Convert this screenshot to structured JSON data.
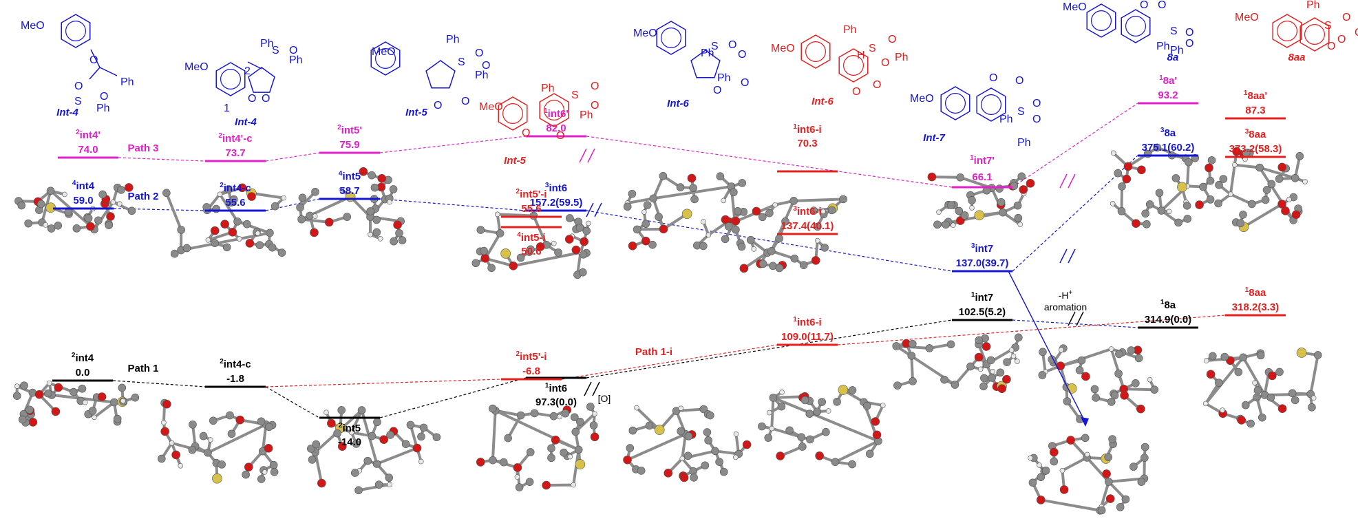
{
  "colors": {
    "path1": "#000000",
    "path2": "#1515d6",
    "path3": "#e020c8",
    "isomer": "#e51e1e"
  },
  "path_labels": {
    "path1": "Path 1",
    "path2": "Path 2",
    "path3": "Path 3",
    "path1i": "Path 1-i"
  },
  "annotations": {
    "oxidation": "[O]",
    "deprotonation": "-H",
    "deprotonation_sup": "+",
    "aromation": "aromation"
  },
  "levels": [
    {
      "sup": "2",
      "name": "int4'",
      "value": "74.0",
      "path": "path3"
    },
    {
      "sup": "2",
      "name": "int4'-c",
      "value": "73.7",
      "path": "path3"
    },
    {
      "sup": "2",
      "name": "int5'",
      "value": "75.9",
      "path": "path3"
    },
    {
      "sup": "1",
      "name": "int6'",
      "value": "82.0",
      "path": "path3"
    },
    {
      "sup": "1",
      "name": "int7'",
      "value": "66.1",
      "path": "path3"
    },
    {
      "sup": "1",
      "name": "8a'",
      "value": "93.2",
      "path": "path3"
    },
    {
      "sup": "1",
      "name": "8aa'",
      "value": "87.3",
      "path": "isomer"
    },
    {
      "sup": "1",
      "name": "int6-i",
      "value": "70.3",
      "path": "isomer"
    },
    {
      "sup": "4",
      "name": "int4",
      "value": "59.0",
      "path": "path2"
    },
    {
      "sup": "2",
      "name": "int4-c",
      "value": "55.6",
      "path": "path2"
    },
    {
      "sup": "4",
      "name": "int5",
      "value": "58.7",
      "path": "path2"
    },
    {
      "sup": "3",
      "name": "int6",
      "value": "157.2(59.5)",
      "path": "path2"
    },
    {
      "sup": "3",
      "name": "int7",
      "value": "137.0(39.7)",
      "path": "path2"
    },
    {
      "sup": "3",
      "name": "8a",
      "value": "375.1(60.2)",
      "path": "path2"
    },
    {
      "sup": "3",
      "name": "8aa",
      "value": "373.2(58.3)",
      "path": "isomer"
    },
    {
      "sup": "2",
      "name": "int5'-i",
      "value": "55.6",
      "path": "isomer"
    },
    {
      "sup": "4",
      "name": "int5-i",
      "value": "50.6",
      "path": "isomer"
    },
    {
      "sup": "3",
      "name": "int6-i",
      "value": "137.4(40.1)",
      "path": "isomer"
    },
    {
      "sup": "2",
      "name": "int4",
      "value": "0.0",
      "path": "path1"
    },
    {
      "sup": "2",
      "name": "int4-c",
      "value": "-1.8",
      "path": "path1"
    },
    {
      "sup": "2",
      "name": "int5",
      "value": "-14.0",
      "path": "path1"
    },
    {
      "sup": "1",
      "name": "int6",
      "value": "97.3(0.0)",
      "path": "path1"
    },
    {
      "sup": "1",
      "name": "int7",
      "value": "102.5(5.2)",
      "path": "path1"
    },
    {
      "sup": "1",
      "name": "8a",
      "value": "314.9(0.0)",
      "path": "path1"
    },
    {
      "sup": "2",
      "name": "int5'-i",
      "value": "-6.8",
      "path": "isomer"
    },
    {
      "sup": "1",
      "name": "int6-i",
      "value": "109.0(11.7)",
      "path": "isomer"
    },
    {
      "sup": "1",
      "name": "8aa",
      "value": "318.2(3.3)",
      "path": "isomer"
    }
  ],
  "structures": [
    {
      "name": "Int-4",
      "color": "path2",
      "atoms": [
        "MeO",
        "O",
        "O",
        "S",
        "O",
        "Ph",
        "Ph"
      ]
    },
    {
      "name": "Int-4",
      "color": "path2",
      "atoms": [
        "MeO",
        "Ph",
        "2",
        "S",
        "O",
        "Ph",
        "O",
        "O",
        "1"
      ]
    },
    {
      "name": "Int-5",
      "color": "path2",
      "atoms": [
        "MeO",
        "Ph",
        "S",
        "O",
        "O",
        "Ph",
        "O",
        "O"
      ]
    },
    {
      "name": "Int-5",
      "color": "isomer",
      "atoms": [
        "Ph",
        "MeO",
        "S",
        "O",
        "O",
        "Ph",
        "O",
        "O"
      ]
    },
    {
      "name": "Int-6",
      "color": "path2",
      "atoms": [
        "MeO",
        "Ph",
        "S",
        "O",
        "O",
        "Ph",
        "O",
        "O"
      ]
    },
    {
      "name": "Int-6",
      "color": "isomer",
      "atoms": [
        "Ph",
        "MeO",
        "H",
        "S",
        "O",
        "O",
        "Ph",
        "O",
        "O"
      ]
    },
    {
      "name": "Int-7",
      "color": "path2",
      "atoms": [
        "MeO",
        "O",
        "O",
        "S",
        "O",
        "O",
        "Ph",
        "Ph"
      ]
    },
    {
      "name": "8a",
      "color": "path2",
      "atoms": [
        "MeO",
        "O",
        "O",
        "S",
        "O",
        "O",
        "Ph",
        "Ph"
      ]
    },
    {
      "name": "8aa",
      "color": "isomer",
      "atoms": [
        "Ph",
        "MeO",
        "S",
        "O",
        "O",
        "O",
        "O"
      ]
    }
  ]
}
